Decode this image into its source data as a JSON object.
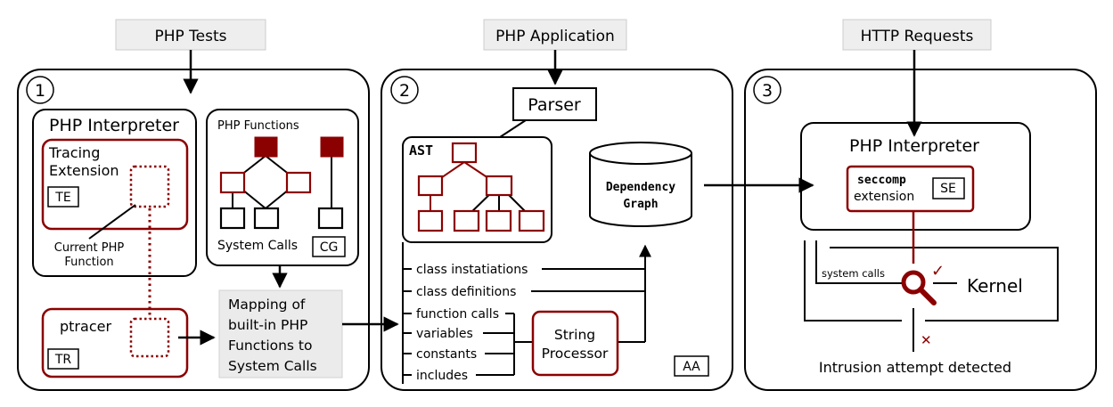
{
  "colors": {
    "accent": "#8b0000",
    "stroke": "#000000",
    "input_box": "#eeeeee"
  },
  "inputs": {
    "tests": "PHP Tests",
    "application": "PHP Application",
    "requests": "HTTP Requests"
  },
  "panel1": {
    "number": "1",
    "interpreter_title": "PHP Interpreter",
    "tracing_line1": "Tracing",
    "tracing_line2": "Extension",
    "te_tag": "TE",
    "current_fn_line1": "Current PHP",
    "current_fn_line2": "Function",
    "functions_title": "PHP Functions",
    "syscalls_label": "System Calls",
    "cg_tag": "CG",
    "ptracer_label": "ptracer",
    "tr_tag": "TR",
    "mapping_lines": [
      "Mapping of",
      "built-in PHP",
      "Functions to",
      "System Calls"
    ]
  },
  "panel2": {
    "number": "2",
    "parser_label": "Parser",
    "ast_label": "AST",
    "graph_line1": "Dependency",
    "graph_line2": "Graph",
    "items": [
      "class instatiations",
      "class definitions",
      "function calls",
      "variables",
      "constants",
      "includes"
    ],
    "string_line1": "String",
    "string_line2": "Processor",
    "aa_tag": "AA"
  },
  "panel3": {
    "number": "3",
    "interpreter_title": "PHP Interpreter",
    "seccomp_label": "seccomp",
    "extension_label": "extension",
    "se_tag": "SE",
    "syscalls_label": "system calls",
    "kernel_label": "Kernel",
    "detected_label": "Intrusion attempt detected",
    "check_mark": "✓",
    "cross_mark": "✕"
  }
}
